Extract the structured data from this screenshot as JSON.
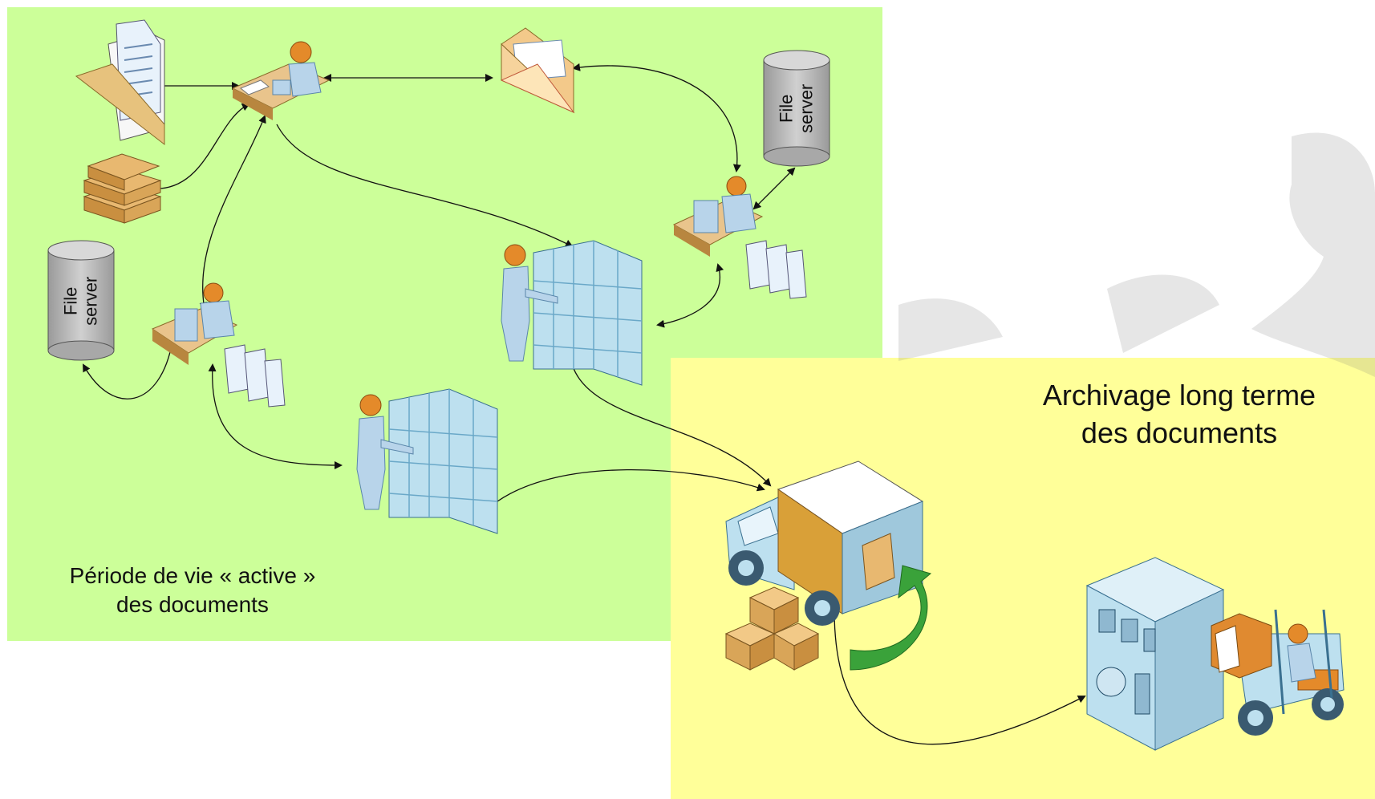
{
  "zones": {
    "active": {
      "line1": "Période de vie « active »",
      "line2": "des documents",
      "color": "#ccff99"
    },
    "archive": {
      "line1": "Archivage long terme",
      "line2": "des documents",
      "color": "#ffff99"
    }
  },
  "servers": {
    "top_right": {
      "line1": "File",
      "line2": "server"
    },
    "left": {
      "line1": "File",
      "line2": "server"
    }
  },
  "colors": {
    "person": "#b8d4ea",
    "person_dark": "#5a86aa",
    "server_rack": "#bde0ef",
    "box": "#d9a860",
    "arrow_green": "#3aa23a",
    "cylinder": "#bdbdbd"
  }
}
